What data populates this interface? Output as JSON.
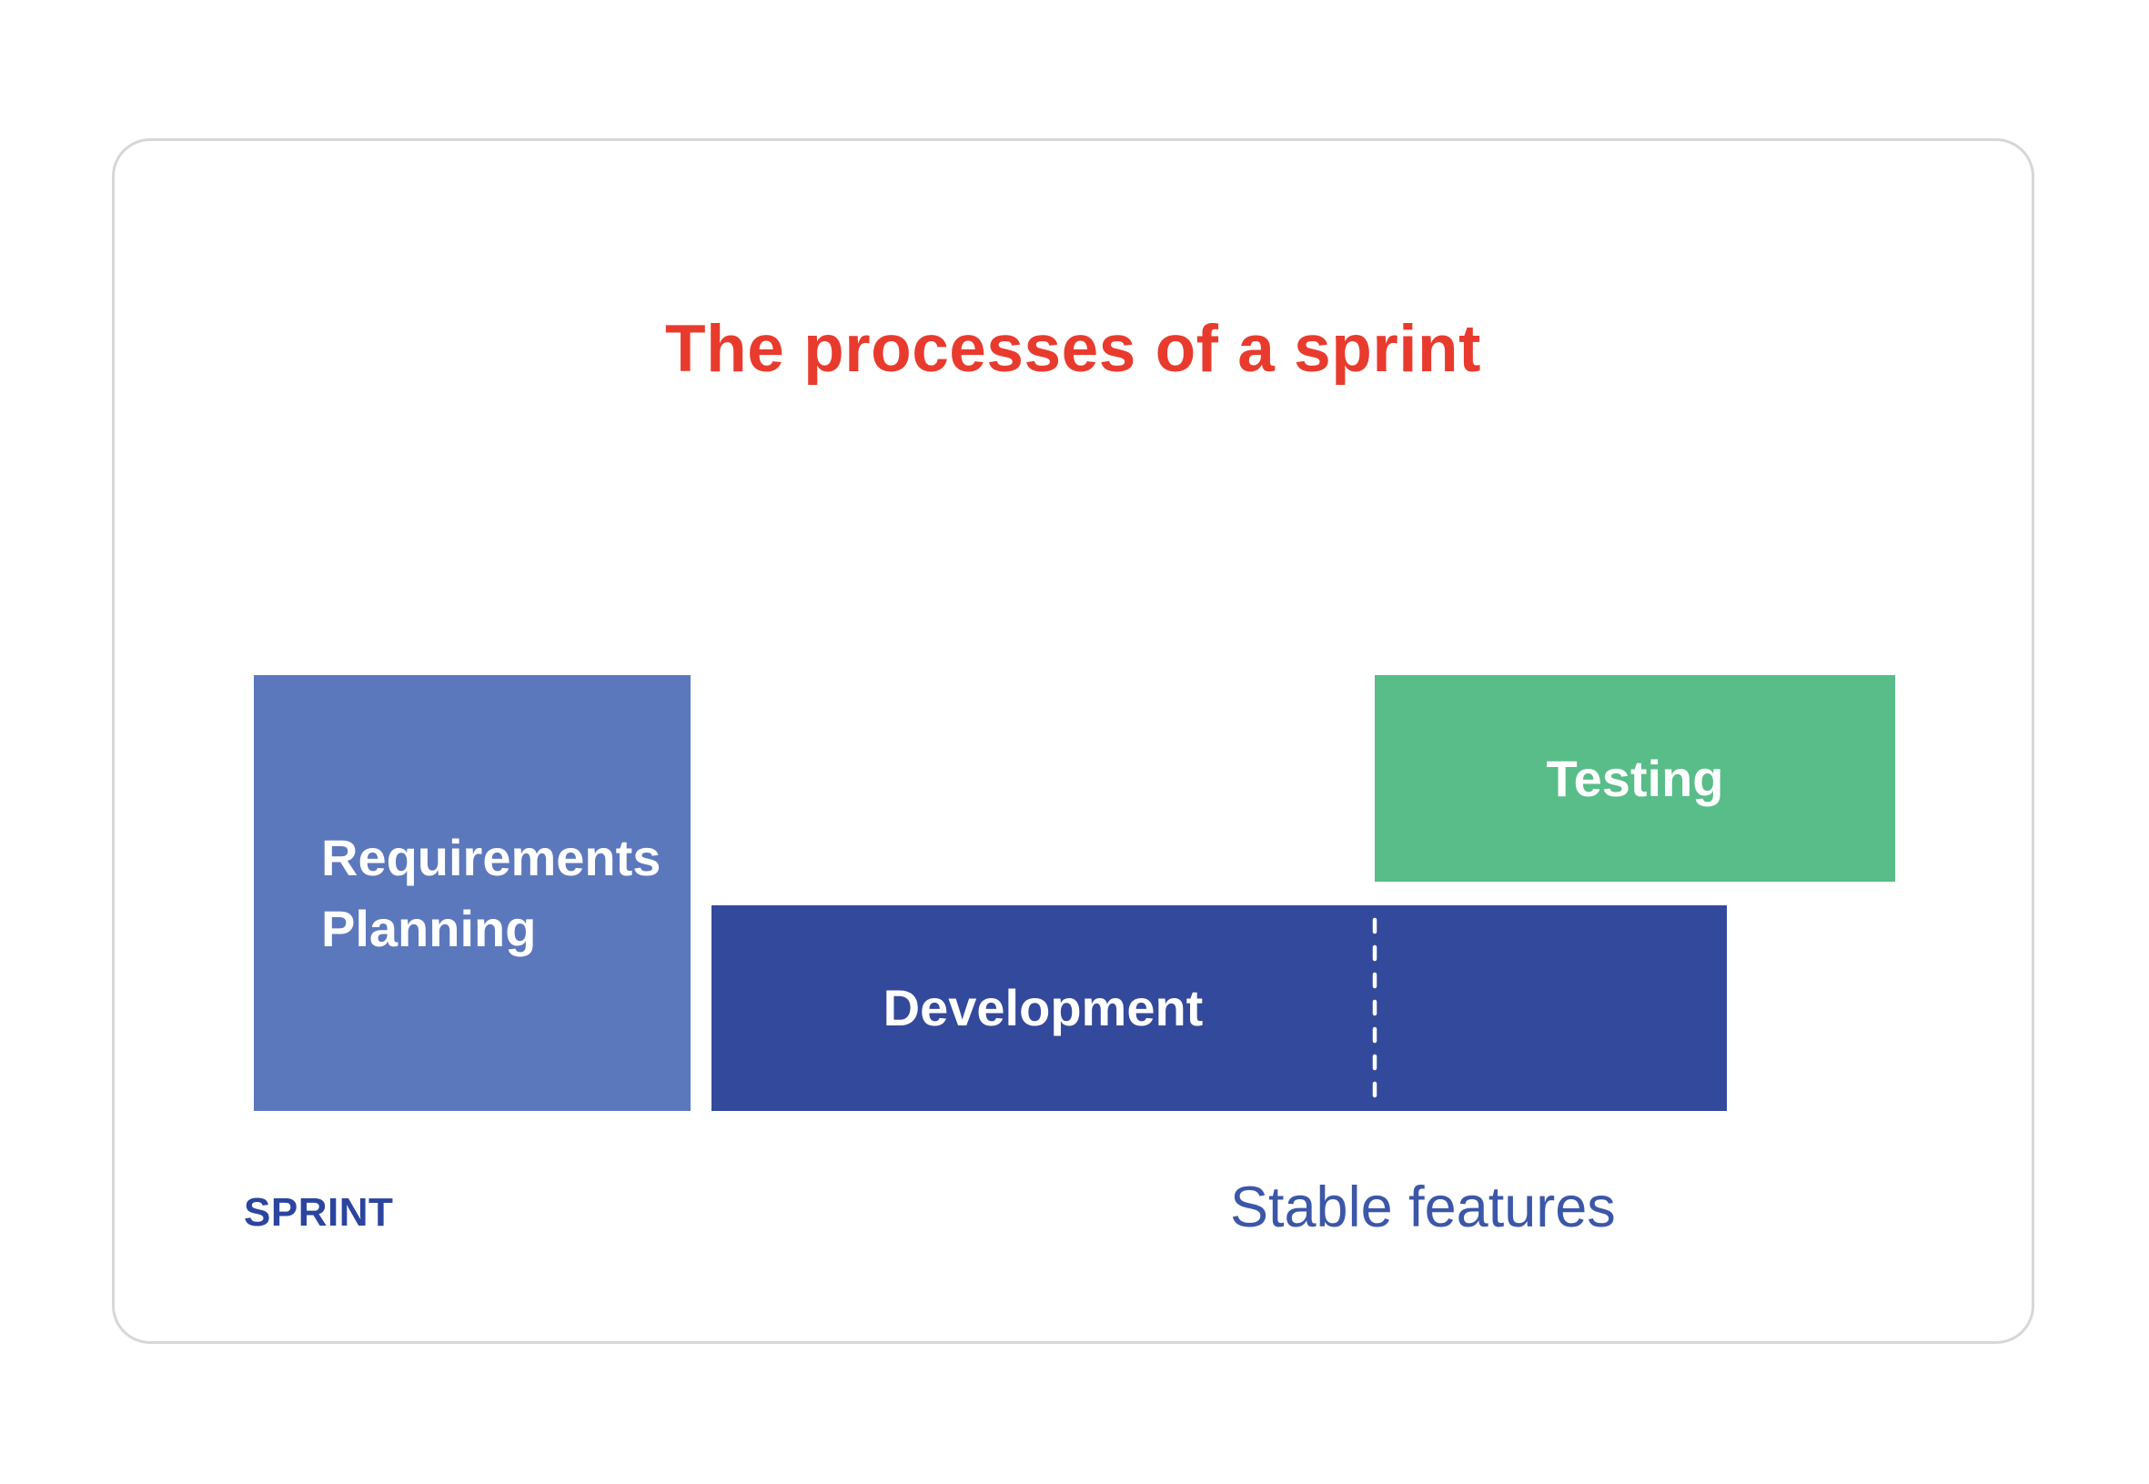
{
  "title": "The processes of a sprint",
  "blocks": {
    "requirements": {
      "line1": "Requirements",
      "line2": "Planning"
    },
    "development": {
      "label": "Development"
    },
    "testing": {
      "label": "Testing"
    }
  },
  "footer": {
    "sprint_label": "SPRINT",
    "stable_features_label": "Stable features"
  },
  "colors": {
    "title": "#E83B2E",
    "requirements_block": "#5C78BC",
    "development_block": "#33499B",
    "testing_block": "#58BD88",
    "block_text": "#FFFFFF",
    "dash": "#FFFFFF",
    "sprint_label": "#2B459E",
    "stable_features_label": "#3C57A7",
    "card_border": "#D7D7D7"
  }
}
